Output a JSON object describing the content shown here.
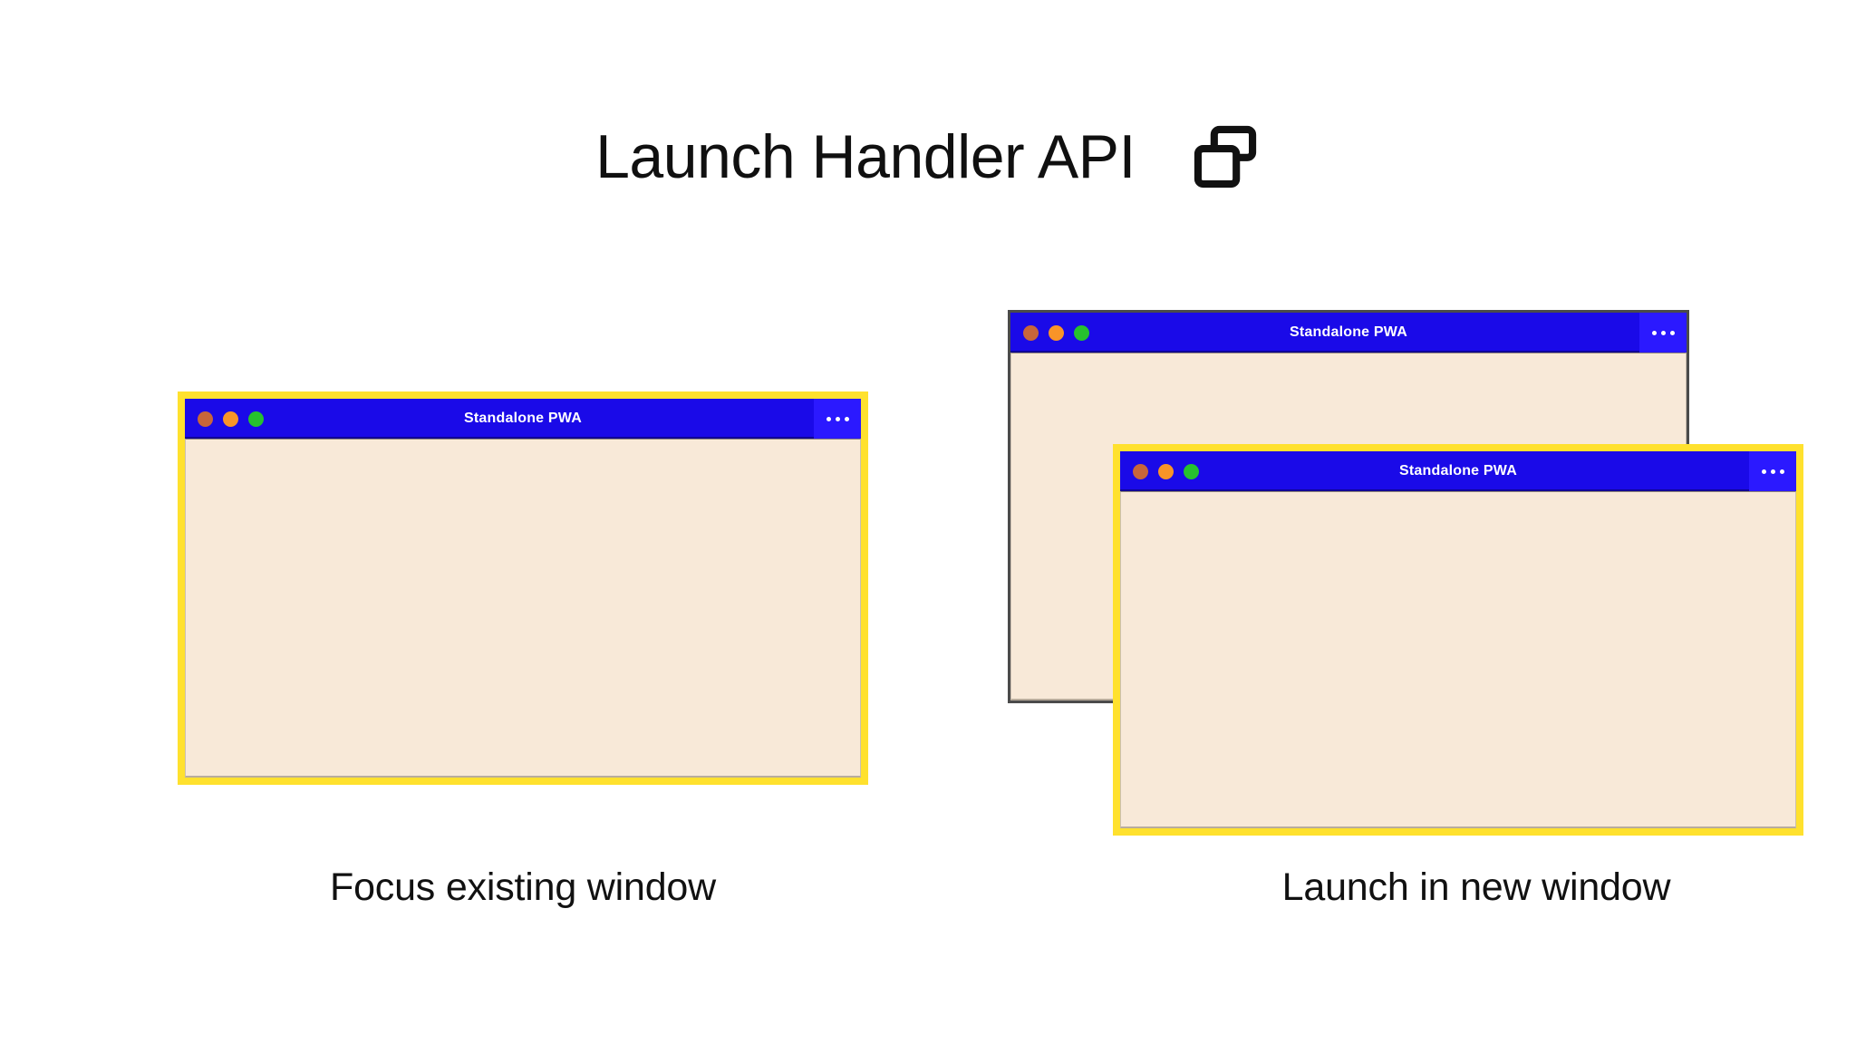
{
  "header": {
    "title": "Launch Handler API",
    "icon": "windows-overlap-icon"
  },
  "colors": {
    "page_background": "#ffffff",
    "title_text": "#101010",
    "window_titlebar_blue": "#1a0ae8",
    "window_menu_blue": "#2b19ff",
    "window_body_cream": "#f8e9d8",
    "highlight_border_yellow": "#ffe12e",
    "plain_border_gray": "#4b4b4b",
    "dot_red": "#c8663a",
    "dot_amber": "#f99428",
    "dot_green": "#26c22e",
    "caption_text": "#111111"
  },
  "scenarios": [
    {
      "id": "focus-existing-window",
      "caption": "Focus existing window",
      "windows": [
        {
          "id": "left-window",
          "title": "Standalone PWA",
          "highlighted": true,
          "menu_label": "…",
          "traffic_lights": [
            "close",
            "minimize",
            "maximize"
          ]
        }
      ]
    },
    {
      "id": "launch-in-new-window",
      "caption": "Launch in new window",
      "windows": [
        {
          "id": "right-back-window",
          "title": "Standalone PWA",
          "highlighted": false,
          "menu_label": "…",
          "traffic_lights": [
            "close",
            "minimize",
            "maximize"
          ]
        },
        {
          "id": "right-front-window",
          "title": "Standalone PWA",
          "highlighted": true,
          "menu_label": "…",
          "traffic_lights": [
            "close",
            "minimize",
            "maximize"
          ]
        }
      ]
    }
  ]
}
